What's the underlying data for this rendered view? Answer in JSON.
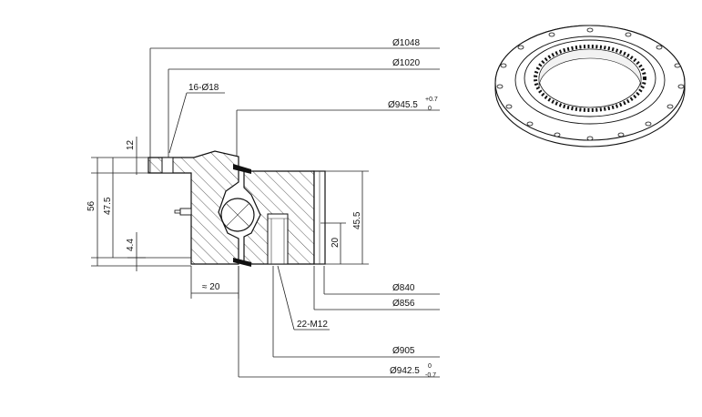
{
  "diameters": {
    "d1048": "Ø1048",
    "d1020": "Ø1020",
    "d945": "Ø945.5",
    "d945_upper": "+0.7",
    "d945_lower": "0",
    "d840": "Ø840",
    "d856": "Ø856",
    "d905": "Ø905",
    "d942": "Ø942.5",
    "d942_upper": "0",
    "d942_lower": "-0.7"
  },
  "callouts": {
    "holes": "16-Ø18",
    "threads": "22-M12"
  },
  "heights": {
    "h12": "12",
    "h56": "56",
    "h47": "47.5",
    "h44": "4.4",
    "h20": "20",
    "h455": "45.5",
    "approx20": "≈ 20"
  },
  "colors": {
    "line": "#222222",
    "seal": "#111111",
    "hatch": "#333333"
  }
}
